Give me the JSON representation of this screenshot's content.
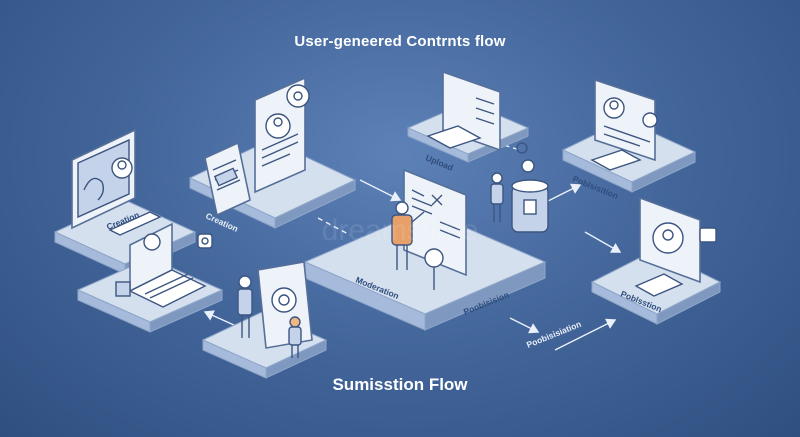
{
  "titles": {
    "top": "User-geneered Contrnts flow",
    "bottom": "Sumisstion Flow"
  },
  "labels": {
    "creation_left": "Creation",
    "creation_mid": "Creation",
    "upload": "Upload",
    "publication_top": "Poblsisition",
    "moderation": "Moderation",
    "pobisision_center": "Poobisision",
    "publication_right": "Poblsstion",
    "publication_bottom": "Poobisisiation"
  },
  "watermark": "dreamstime",
  "colors": {
    "background": "#44679c",
    "platform_top": "#d5e0ef",
    "outline": "#3c5580"
  }
}
